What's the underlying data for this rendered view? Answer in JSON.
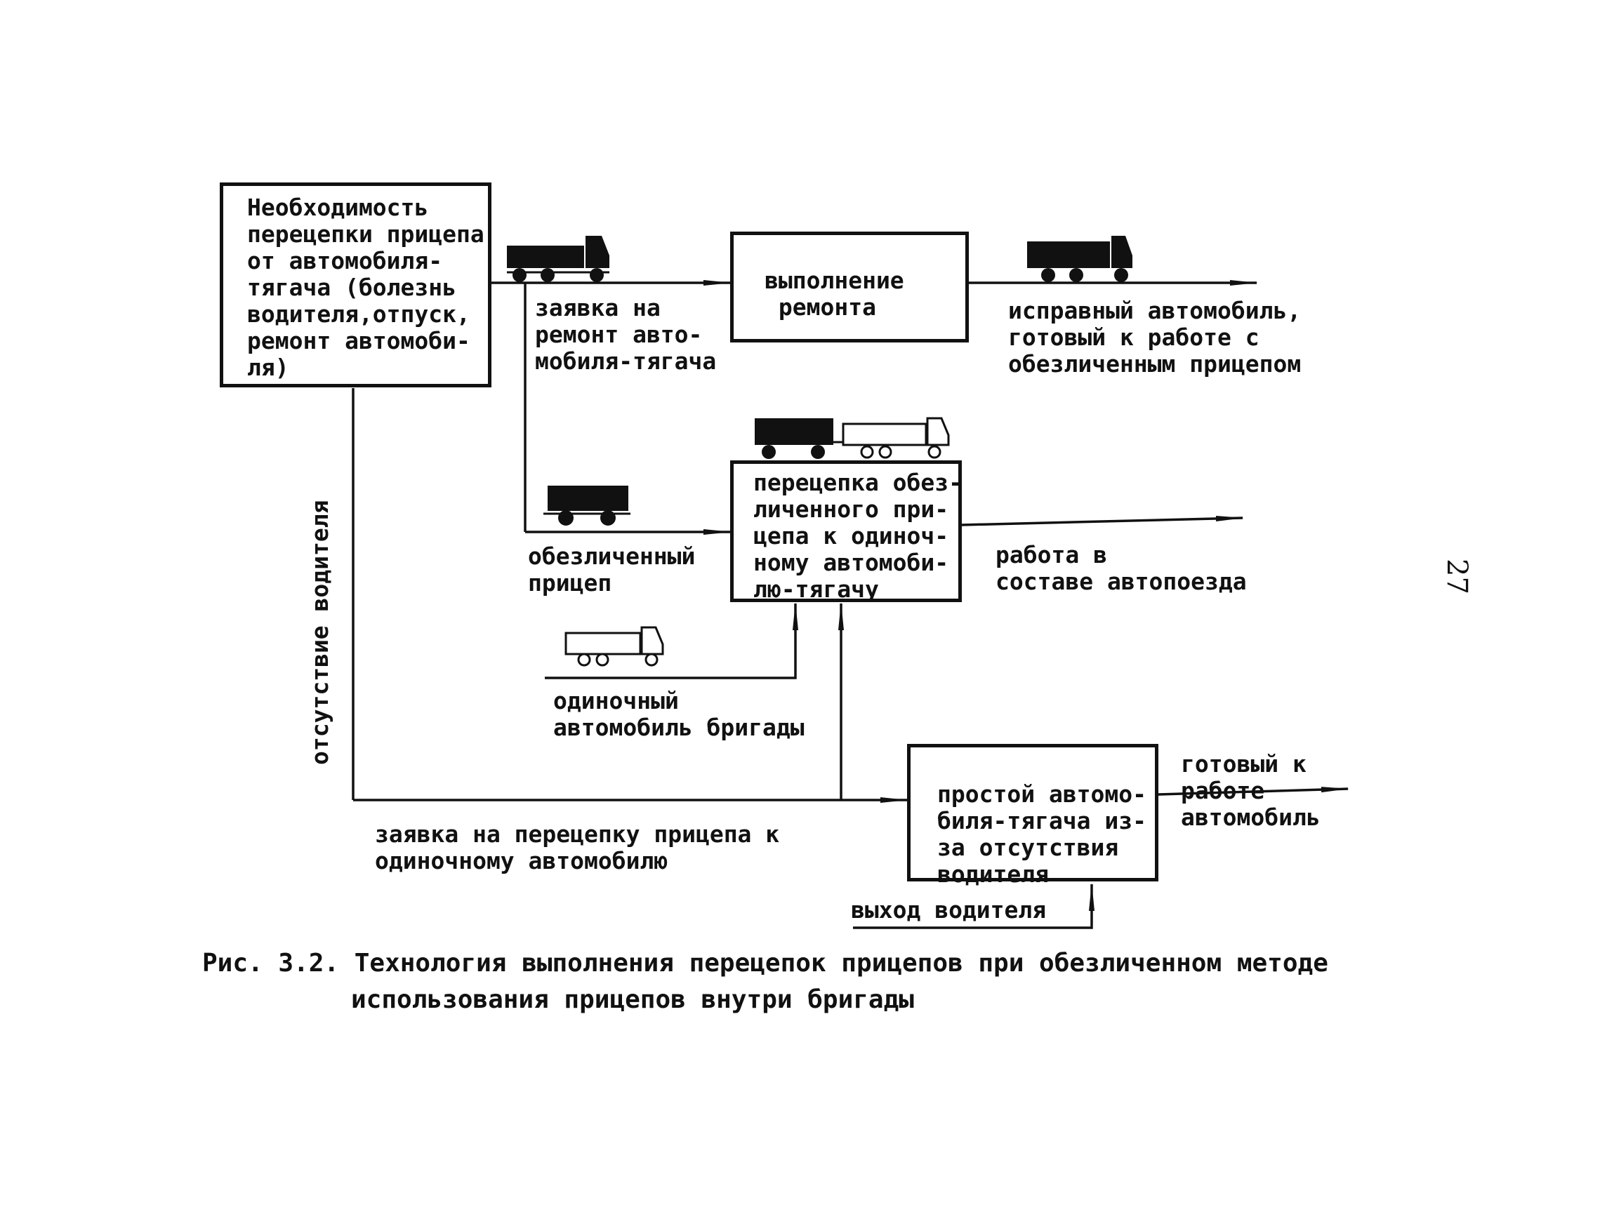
{
  "diagram": {
    "boxes": {
      "need": "Необходимость\nперецепки прицепа\nот автомобиля-\nтягача (болезнь\nводителя,отпуск,\nремонт автомоби-\nля)",
      "repair": "выполнение\n ремонта",
      "recouple": "перецепка обез-\nличенного при-\nцепа к одиноч-\nному автомоби-\nлю-тягачу",
      "idle": "простой автомо-\nбиля-тягача из-\nза отсутствия\nводителя"
    },
    "labels": {
      "repair_request": "заявка на\nремонт авто-\nмобиля-тягача",
      "repaired_car": "исправный автомобиль,\nготовый к работе с\nобезличенным прицепом",
      "depersonalized_trailer": "обезличенный\nприцеп",
      "road_train_work": "работа в\nсоставе автопоезда",
      "single_car": "одиночный\nавтомобиль бригады",
      "driver_absence": "отсутствие водителя",
      "recouple_request": "заявка на перецепку прицепа к\nодиночному автомобилю",
      "ready_car": "готовый к\nработе\nавтомобиль",
      "driver_return": "выход водителя"
    },
    "caption": {
      "line1": "Рис. 3.2. Технология выполнения перецепок прицепов при обезличенном методе",
      "line2": "использования прицепов внутри бригады"
    },
    "page_number": "27"
  }
}
